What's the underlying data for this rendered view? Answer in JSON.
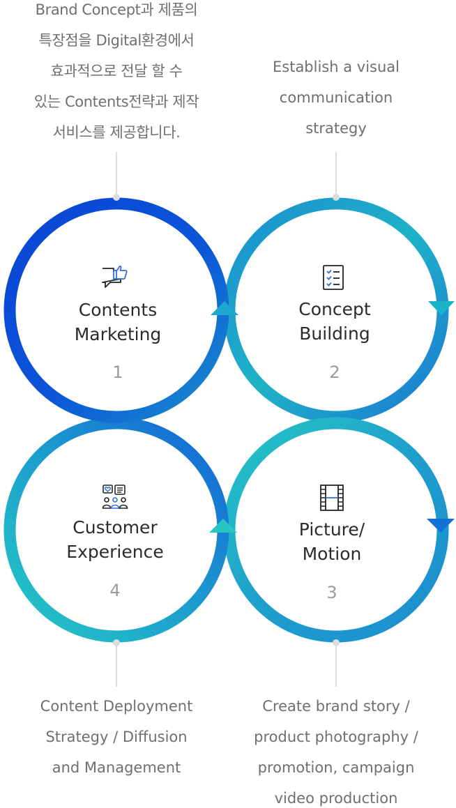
{
  "steps": [
    {
      "title": "Contents\nMarketing",
      "number": "1",
      "icon": "thumbs-up-speech-icon",
      "description": "Brand Concept과 제품의\n특장점을 Digital환경에서\n효과적으로 전달 할 수\n있는 Contents전략과 제작\n서비스를  제공합니다."
    },
    {
      "title": "Concept\nBuilding",
      "number": "2",
      "icon": "checklist-icon",
      "description": "Establish a visual\ncommunication\nstrategy"
    },
    {
      "title": "Picture/\nMotion",
      "number": "3",
      "icon": "film-strip-icon",
      "description": "Create brand story /\nproduct photography /\npromotion, campaign\nvideo production"
    },
    {
      "title": "Customer\nExperience",
      "number": "4",
      "icon": "customer-group-icon",
      "description": "Content Deployment\nStrategy / Diffusion\nand Management"
    }
  ],
  "colors": {
    "ring_blue": "#0a45d6",
    "ring_mid": "#1a90cc",
    "ring_teal": "#22c3c3",
    "connector": "#dcdcdc",
    "title_text": "#2b2b2b",
    "number_text": "#9a9a9a",
    "description_text": "#6f6f6f",
    "icon_dark": "#222222",
    "icon_accent": "#2f6fd8"
  }
}
